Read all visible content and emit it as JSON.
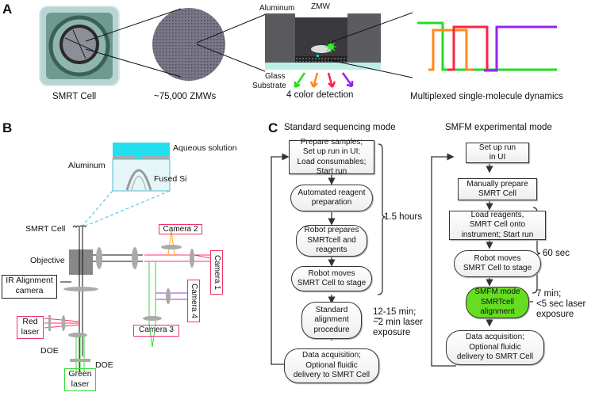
{
  "panels": {
    "a": {
      "label": "A",
      "captions": {
        "smrt_cell": "SMRT Cell",
        "zmws": "~75,000 ZMWs",
        "detection": "4 color detection",
        "dynamics": "Multiplexed single-molecule dynamics"
      },
      "zmw_labels": {
        "aluminum": "Aluminum",
        "zmw": "ZMW",
        "glass": "Glass",
        "substrate": "Substrate"
      },
      "colors": {
        "green": "#22dd22",
        "orange": "#ff8a1a",
        "red": "#ff2244",
        "purple": "#9922ee"
      }
    },
    "b": {
      "label": "B",
      "labels": {
        "aqueous": "Aqueous solution",
        "aluminum": "Aluminum",
        "fused_si": "Fused Si",
        "smrt_cell": "SMRT Cell",
        "objective": "Objective",
        "ir_camera": "IR Alignment\ncamera",
        "red_laser": "Red\nlaser",
        "green_laser": "Green\nlaser",
        "doe_1": "DOE",
        "doe_2": "DOE",
        "camera_1": "Camera 1",
        "camera_2": "Camera 2",
        "camera_3": "Camera 3",
        "camera_4": "Camera 4"
      }
    },
    "c": {
      "label": "C",
      "standard": {
        "title": "Standard sequencing mode",
        "steps": [
          "Prepare samples;\nSet up run in UI;\nLoad consumables;\nStart run",
          "Automated reagent\npreparation",
          "Robot prepares\nSMRTcell and\nreagents",
          "Robot moves\nSMRT Cell to stage",
          "Standard\nalignment\nprocedure",
          "Data acquisition;\nOptional fluidic\ndelivery to SMRT Cell"
        ],
        "bracket_note": "1.5 hours",
        "alignment_note": "12-15 min;\n~2 min laser\nexposure"
      },
      "smfm": {
        "title": "SMFM experimental mode",
        "steps": [
          "Set up run\nin UI",
          "Manually prepare\nSMRT Cell",
          "Load reagents,\nSMRT Cell onto\ninstrument; Start run",
          "Robot moves\nSMRT Cell to stage",
          "SMFM mode\nSMRTcell\nalignment",
          "Data acquisition;\nOptional fluidic\ndelivery to SMRT Cell"
        ],
        "bracket_note": "60 sec",
        "alignment_note": "7 min;\n<5 sec laser\nexposure",
        "highlight_color": "#66dd22"
      }
    }
  }
}
